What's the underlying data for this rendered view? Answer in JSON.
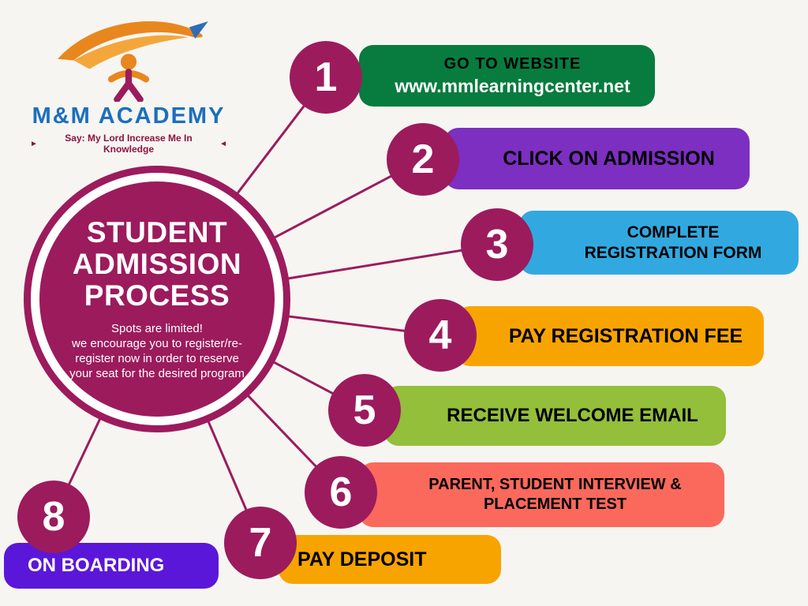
{
  "theme": {
    "background": "#f6f5f2",
    "accent": "#9c1b5d",
    "badge_text_color": "#ffffff"
  },
  "logo": {
    "name": "M&M ACADEMY",
    "tagline": "Say: My Lord Increase Me In Knowledge",
    "name_color": "#1b6fbe",
    "tagline_color": "#8e1240",
    "arrow_left_icon": "►",
    "arrow_right_icon": "◄"
  },
  "center_circle": {
    "title_line1": "STUDENT",
    "title_line2": "ADMISSION",
    "title_line3": "PROCESS",
    "note_line1": "Spots are limited!",
    "note_line2": "we encourage you to register/re-register now in order to reserve your seat for the desired program",
    "fill_color": "#9c1b5d"
  },
  "steps": [
    {
      "number": "1",
      "label": "GO TO WEBSITE",
      "sublabel": "www.mmlearningcenter.net",
      "bar_color": "#077c3e",
      "label_color": "#000000",
      "sublabel_color": "#ffffff"
    },
    {
      "number": "2",
      "label": "CLICK ON ADMISSION",
      "bar_color": "#7c2fc0",
      "label_color": "#000000"
    },
    {
      "number": "3",
      "label": "COMPLETE REGISTRATION FORM",
      "bar_color": "#31a9e0",
      "label_color": "#000000"
    },
    {
      "number": "4",
      "label": "PAY REGISTRATION FEE",
      "bar_color": "#f8a400",
      "label_color": "#000000"
    },
    {
      "number": "5",
      "label": "RECEIVE WELCOME EMAIL",
      "bar_color": "#93bf3b",
      "label_color": "#000000"
    },
    {
      "number": "6",
      "label": "PARENT, STUDENT INTERVIEW & PLACEMENT TEST",
      "bar_color": "#fa695c",
      "label_color": "#000000"
    },
    {
      "number": "7",
      "label": "PAY DEPOSIT",
      "bar_color": "#f8a400",
      "label_color": "#000000"
    },
    {
      "number": "8",
      "label": "ON BOARDING",
      "bar_color": "#5a17d9",
      "label_color": "#ffffff"
    }
  ]
}
